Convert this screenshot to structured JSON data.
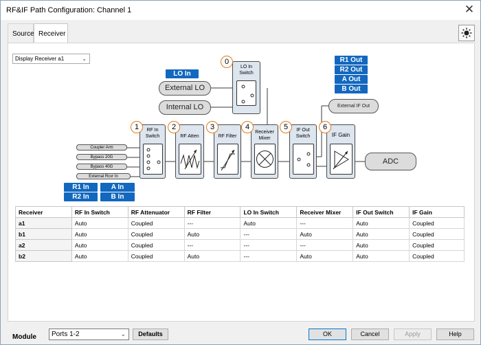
{
  "window": {
    "title": "RF&IF Path Configuration: Channel 1",
    "close_label": "✕"
  },
  "tabs": [
    {
      "label": "Source",
      "active": false
    },
    {
      "label": "Receiver",
      "active": true
    }
  ],
  "display_select": {
    "value": "Display Receiver a1"
  },
  "diagram": {
    "numbers": [
      "0",
      "1",
      "2",
      "3",
      "4",
      "5",
      "6"
    ],
    "lo_tag": "LO In",
    "external_lo": "External LO",
    "internal_lo": "Internal LO",
    "lo_in_switch": "LO In\nSwitch",
    "rf_in_switch": "RF In\nSwitch",
    "rf_atten": "RF Atten",
    "rf_filter": "RF Filter",
    "receiver_mixer": "Receiver\nMixer",
    "if_out_switch": "IF Out\nSwitch",
    "if_gain": "IF Gain",
    "adc": "ADC",
    "external_if_out": "External IF Out",
    "out_tags": [
      "R1 Out",
      "R2 Out",
      "A Out",
      "B Out"
    ],
    "in_tags": [
      "R1 In",
      "A In",
      "R2 In",
      "B In"
    ],
    "rf_inputs": [
      "Coupler Arm",
      "Bypass 20G",
      "Bypass 40G",
      "External Rcvr In"
    ]
  },
  "table": {
    "headers": [
      "Receiver",
      "RF In Switch",
      "RF Attenuator",
      "RF Filter",
      "LO In Switch",
      "Receiver Mixer",
      "IF Out Switch",
      "IF Gain"
    ],
    "rows": [
      [
        "a1",
        "Auto",
        "Coupled",
        "---",
        "Auto",
        "---",
        "Auto",
        "Coupled"
      ],
      [
        "b1",
        "Auto",
        "Coupled",
        "Auto",
        "---",
        "Auto",
        "Auto",
        "Coupled"
      ],
      [
        "a2",
        "Auto",
        "Coupled",
        "---",
        "---",
        "---",
        "Auto",
        "Coupled"
      ],
      [
        "b2",
        "Auto",
        "Coupled",
        "Auto",
        "---",
        "Auto",
        "Auto",
        "Coupled"
      ]
    ]
  },
  "bottom": {
    "module_label": "Module",
    "module_value": "Ports 1-2",
    "defaults": "Defaults",
    "ok": "OK",
    "cancel": "Cancel",
    "apply": "Apply",
    "help": "Help"
  }
}
